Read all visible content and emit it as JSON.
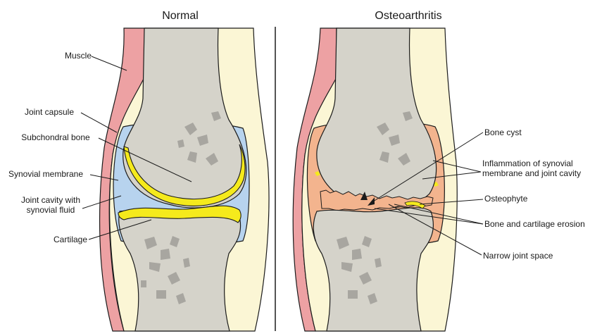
{
  "titles": {
    "normal": "Normal",
    "osteoarthritis": "Osteoarthritis"
  },
  "normal_labels": {
    "muscle": "Muscle",
    "joint_capsule": "Joint capsule",
    "subchondral_bone": "Subchondral bone",
    "synovial_membrane": "Synovial membrane",
    "joint_cavity_line1": "Joint cavity with",
    "joint_cavity_line2": "synovial fluid",
    "cartilage": "Cartilage"
  },
  "oa_labels": {
    "bone_cyst": "Bone cyst",
    "inflammation_line1": "Inflammation  of synovial",
    "inflammation_line2": "membrane and joint cavity",
    "osteophyte": "Osteophyte",
    "erosion": "Bone and cartilage erosion",
    "narrow_space": "Narrow joint space"
  },
  "colors": {
    "bone": "#d5d3ca",
    "bone_stroke": "#1b1b1b",
    "trabecular": "#a8a6a0",
    "capsule": "#fbf6d5",
    "muscle": "#eda1a3",
    "synovial_fluid": "#b7d3ee",
    "cartilage": "#f5ea1c",
    "inflamed": "#f3b48e",
    "divider": "#1b1b1b"
  }
}
